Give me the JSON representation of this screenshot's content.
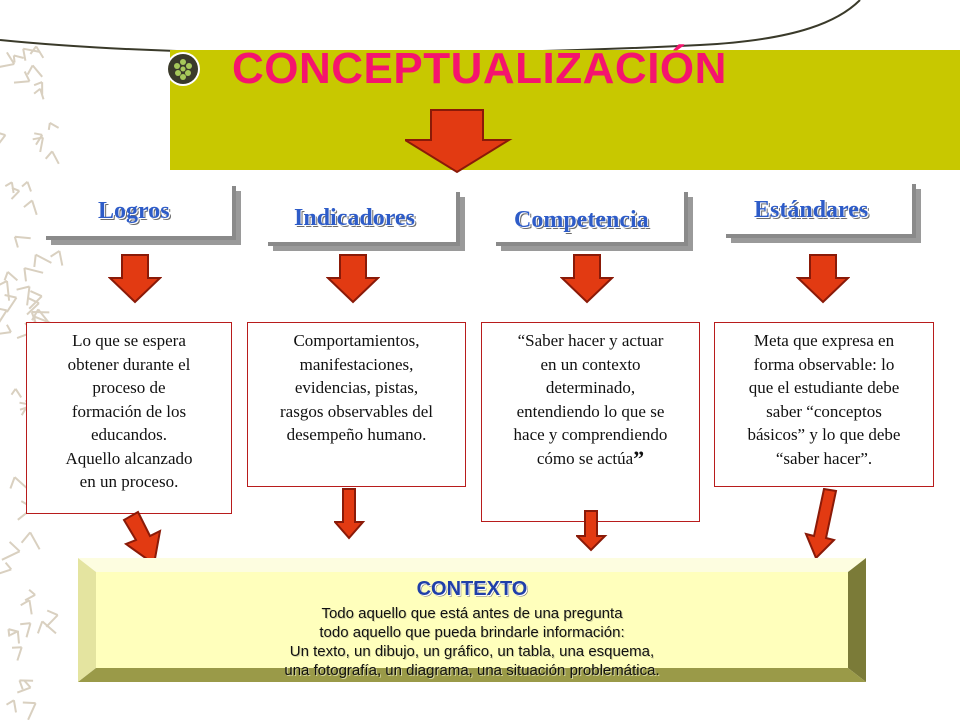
{
  "title": "CONCEPTUALIZACIÓN",
  "colors": {
    "title_band": "#c8c800",
    "title_text": "#f5146e",
    "tab_text": "#2e5cc8",
    "arrow_fill": "#e23a12",
    "arrow_stroke": "#8a1a08",
    "box_border": "#b81c1c",
    "context_fill": "#ffffbc",
    "context_title": "#1f3fa8"
  },
  "columns": [
    {
      "label": "Logros",
      "text": [
        "Lo que se espera",
        "obtener durante el",
        "proceso de",
        "formación de los",
        "educandos.",
        "Aquello alcanzado",
        "en un proceso."
      ]
    },
    {
      "label": "Indicadores",
      "text": [
        "Comportamientos,",
        "manifestaciones,",
        "evidencias,  pistas,",
        "rasgos observables del",
        "desempeño humano."
      ]
    },
    {
      "label": "Competencia",
      "text": [
        "“Saber hacer y actuar",
        "en un contexto",
        "determinado,",
        "entendiendo lo que se",
        "hace y comprendiendo",
        "cómo se actúa"
      ],
      "closing_quote": "”"
    },
    {
      "label": "Estándares",
      "text": [
        "Meta que expresa en",
        "forma observable: lo",
        "que el estudiante debe",
        "saber “conceptos",
        "básicos” y lo que debe",
        "“saber hacer”."
      ]
    }
  ],
  "context": {
    "title": "CONTEXTO",
    "lines": [
      "Todo aquello que está antes de una pregunta",
      "todo aquello que pueda brindarle información:",
      "Un texto, un dibujo, un gráfico, un tabla, una esquema,",
      "una fotografía, un diagrama, una situación problemática."
    ]
  }
}
